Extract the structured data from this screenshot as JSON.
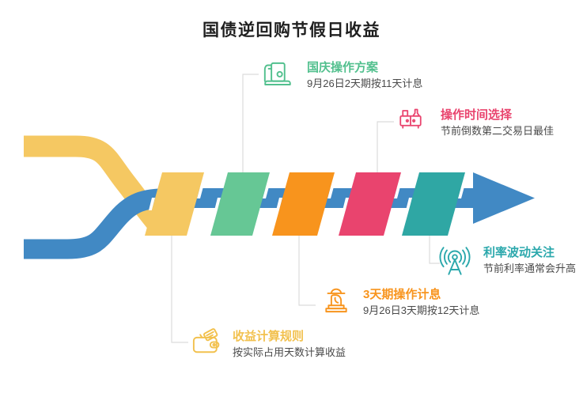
{
  "title": "国债逆回购节假日收益",
  "colors": {
    "yellow": "#F5C862",
    "green": "#66C795",
    "orange": "#F8941D",
    "pink": "#E9446E",
    "teal": "#2FA7A4",
    "blue": "#4189C4",
    "connector": "#DCDCDC",
    "white": "#FFFFFF"
  },
  "callouts": [
    {
      "icon": "register-machine-icon",
      "color": "#52C08E",
      "title": "国庆操作方案",
      "subtitle": "9月26日2天期按11天计息"
    },
    {
      "icon": "cabinet-icon",
      "color": "#E9446E",
      "title": "操作时间选择",
      "subtitle": "节前倒数第二交易日最佳"
    },
    {
      "icon": "signal-tower-icon",
      "color": "#2BA8AC",
      "title": "利率波动关注",
      "subtitle": "节前利率通常会升高"
    },
    {
      "icon": "worker-statue-icon",
      "color": "#F8941D",
      "title": "3天期操作计息",
      "subtitle": "9月26日3天期按12天计息"
    },
    {
      "icon": "wallet-icon",
      "color": "#F2C14E",
      "title": "收益计算规则",
      "subtitle": "按实际占用天数计算收益"
    }
  ]
}
